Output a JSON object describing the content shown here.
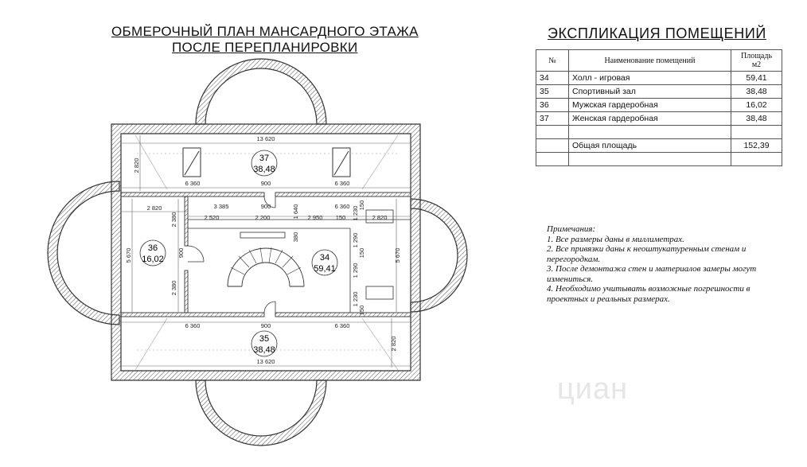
{
  "plan": {
    "title_line1": "ОБМЕРОЧНЫЙ ПЛАН МАНСАРДНОГО ЭТАЖА",
    "title_line2": "ПОСЛЕ ПЕРЕПЛАНИРОВКИ",
    "rooms": [
      {
        "number": "37",
        "area": "38,48"
      },
      {
        "number": "36",
        "area": "16,02"
      },
      {
        "number": "34",
        "area": "59,41"
      },
      {
        "number": "35",
        "area": "38,48"
      }
    ],
    "dims": {
      "top_width": "13 620",
      "bottom_width": "13 620",
      "w6360": "6 360",
      "w900": "900",
      "w2820": "2 820",
      "w3385": "3 385",
      "w2520": "2 520",
      "w2200": "2 200",
      "w2950": "2 950",
      "w150": "150",
      "w1640": "1 640",
      "w1230": "1 230",
      "w1290": "1 290",
      "w2380": "2 380",
      "w5670": "5 670",
      "w380": "380"
    }
  },
  "explication": {
    "title": "ЭКСПЛИКАЦИЯ  ПОМЕЩЕНИЙ",
    "headers": {
      "num": "№",
      "name": "Наименование помещений",
      "area_line1": "Площадь",
      "area_line2": "м2"
    },
    "rows": [
      {
        "num": "34",
        "name": "Холл - игровая",
        "area": "59,41"
      },
      {
        "num": "35",
        "name": "Спортивный зал",
        "area": "38,48"
      },
      {
        "num": "36",
        "name": "Мужская гардеробная",
        "area": "16,02"
      },
      {
        "num": "37",
        "name": "Женская гардеробная",
        "area": "38,48"
      }
    ],
    "total_label": "Общая площадь",
    "total_value": "152,39"
  },
  "notes": {
    "heading": "Примечания:",
    "items": [
      "1. Все размеры даны в миллиметрах.",
      "2. Все привязки даны к неоштукатуренным стенам и перегородкам.",
      "3. После демонтажа стен и материалов замеры могут измениться.",
      "4. Необходимо учитывать возможные погрешности в проектных и реальных размерах."
    ]
  },
  "watermark": "циан"
}
